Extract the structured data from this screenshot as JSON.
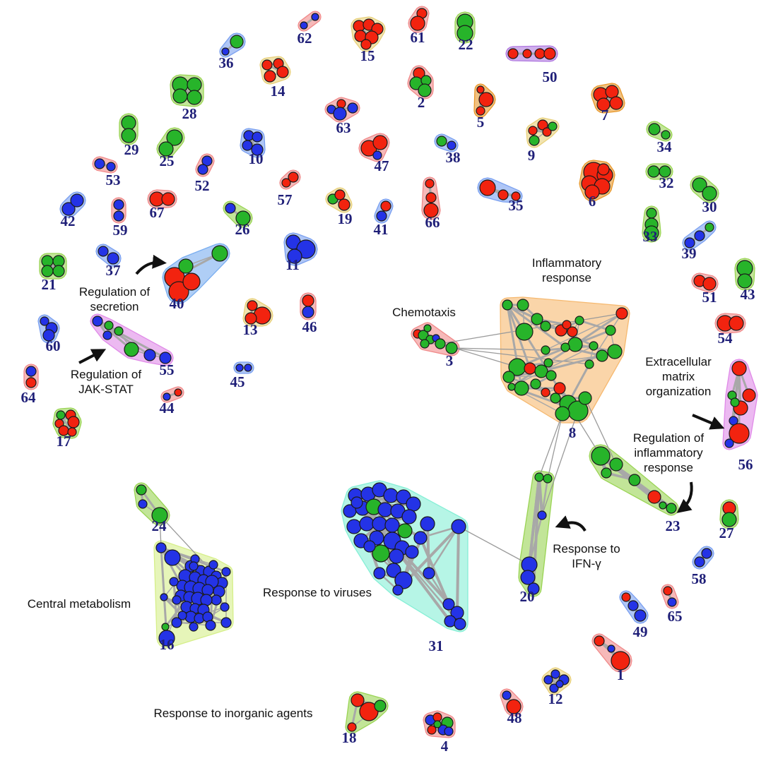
{
  "colors": {
    "red": "#f2230f",
    "green": "#27b42a",
    "blue": "#2433e6"
  },
  "clusters": [
    {
      "id": "1",
      "members": [
        "red",
        "blue",
        "red"
      ]
    },
    {
      "id": "2",
      "members": [
        "red",
        "green",
        "green",
        "green"
      ]
    },
    {
      "id": "3",
      "members": [
        "red",
        "green",
        "green",
        "green",
        "blue",
        "green",
        "green",
        "green"
      ]
    },
    {
      "id": "4",
      "members": [
        "blue",
        "red",
        "green",
        "red",
        "blue",
        "green",
        "blue"
      ]
    },
    {
      "id": "5",
      "members": [
        "red",
        "red",
        "red"
      ]
    },
    {
      "id": "6",
      "members": [
        "red",
        "red",
        "red",
        "red",
        "red",
        "red"
      ]
    },
    {
      "id": "7",
      "members": [
        "red",
        "red",
        "red",
        "red"
      ]
    },
    {
      "id": "8",
      "members": [
        "green",
        "green",
        "green",
        "green",
        "green",
        "red",
        "red",
        "red",
        "green",
        "green",
        "green",
        "green",
        "green",
        "green",
        "green",
        "red",
        "green",
        "green",
        "green",
        "green",
        "green",
        "green",
        "red",
        "red",
        "green",
        "green",
        "green",
        "green",
        "green",
        "green",
        "green",
        "green",
        "red",
        "green"
      ]
    },
    {
      "id": "9",
      "members": [
        "red",
        "red",
        "red",
        "green",
        "green"
      ]
    },
    {
      "id": "10",
      "members": [
        "blue",
        "blue",
        "blue",
        "blue"
      ]
    },
    {
      "id": "11",
      "members": [
        "blue",
        "blue",
        "blue"
      ]
    },
    {
      "id": "12",
      "members": [
        "blue",
        "blue",
        "blue",
        "blue",
        "blue"
      ]
    },
    {
      "id": "13",
      "members": [
        "red",
        "red",
        "red"
      ]
    },
    {
      "id": "14",
      "members": [
        "red",
        "red",
        "red",
        "red"
      ]
    },
    {
      "id": "15",
      "members": [
        "red",
        "red",
        "red",
        "red",
        "red",
        "red"
      ]
    },
    {
      "id": "16",
      "members": [
        "blue",
        "blue",
        "blue",
        "blue",
        "blue",
        "blue",
        "blue",
        "blue",
        "blue",
        "blue",
        "blue",
        "blue",
        "blue",
        "blue",
        "blue",
        "blue",
        "blue",
        "blue",
        "blue",
        "blue",
        "blue",
        "blue",
        "blue",
        "blue",
        "blue",
        "blue",
        "blue",
        "blue",
        "blue",
        "blue",
        "blue",
        "blue",
        "blue",
        "blue",
        "blue",
        "blue",
        "blue",
        "blue",
        "blue",
        "green",
        "blue",
        "blue"
      ]
    },
    {
      "id": "17",
      "members": [
        "green",
        "red",
        "red",
        "red",
        "red",
        "red"
      ]
    },
    {
      "id": "18",
      "members": [
        "red",
        "red",
        "green",
        "red"
      ]
    },
    {
      "id": "19",
      "members": [
        "green",
        "red",
        "red"
      ]
    },
    {
      "id": "20",
      "members": [
        "green",
        "green",
        "blue",
        "blue",
        "blue",
        "blue"
      ]
    },
    {
      "id": "21",
      "members": [
        "green",
        "green",
        "green",
        "green"
      ]
    },
    {
      "id": "22",
      "members": [
        "green",
        "green"
      ]
    },
    {
      "id": "23",
      "members": [
        "green",
        "green",
        "green",
        "green",
        "red",
        "green",
        "green"
      ]
    },
    {
      "id": "24",
      "members": [
        "green",
        "blue",
        "green"
      ]
    },
    {
      "id": "25",
      "members": [
        "green",
        "green"
      ]
    },
    {
      "id": "26",
      "members": [
        "blue",
        "green"
      ]
    },
    {
      "id": "27",
      "members": [
        "red",
        "green"
      ]
    },
    {
      "id": "28",
      "members": [
        "green",
        "green",
        "green",
        "green"
      ]
    },
    {
      "id": "29",
      "members": [
        "green",
        "green"
      ]
    },
    {
      "id": "30",
      "members": [
        "green",
        "green"
      ]
    },
    {
      "id": "31",
      "members": [
        "blue",
        "blue",
        "blue",
        "blue",
        "blue",
        "blue",
        "blue",
        "blue",
        "green",
        "blue",
        "blue",
        "blue",
        "blue",
        "blue",
        "blue",
        "blue",
        "green",
        "blue",
        "blue",
        "blue",
        "blue",
        "green",
        "blue",
        "blue",
        "blue",
        "blue",
        "blue",
        "blue",
        "blue",
        "blue",
        "blue",
        "blue",
        "blue",
        "blue",
        "blue",
        "blue",
        "blue",
        "blue"
      ]
    },
    {
      "id": "32",
      "members": [
        "green",
        "green"
      ]
    },
    {
      "id": "33",
      "members": [
        "green",
        "green",
        "green"
      ]
    },
    {
      "id": "34",
      "members": [
        "green",
        "green"
      ]
    },
    {
      "id": "35",
      "members": [
        "red",
        "red",
        "red"
      ]
    },
    {
      "id": "36",
      "members": [
        "blue",
        "green"
      ]
    },
    {
      "id": "37",
      "members": [
        "blue",
        "blue"
      ]
    },
    {
      "id": "38",
      "members": [
        "green",
        "blue"
      ]
    },
    {
      "id": "39",
      "members": [
        "blue",
        "blue",
        "green"
      ]
    },
    {
      "id": "40",
      "members": [
        "red",
        "red",
        "red",
        "green",
        "green"
      ]
    },
    {
      "id": "41",
      "members": [
        "red",
        "blue"
      ]
    },
    {
      "id": "42",
      "members": [
        "blue",
        "blue"
      ]
    },
    {
      "id": "43",
      "members": [
        "green",
        "green"
      ]
    },
    {
      "id": "44",
      "members": [
        "blue",
        "red"
      ]
    },
    {
      "id": "45",
      "members": [
        "blue",
        "blue"
      ]
    },
    {
      "id": "46",
      "members": [
        "red",
        "blue"
      ]
    },
    {
      "id": "47",
      "members": [
        "red",
        "red",
        "blue"
      ]
    },
    {
      "id": "48",
      "members": [
        "blue",
        "red"
      ]
    },
    {
      "id": "49",
      "members": [
        "red",
        "blue",
        "blue"
      ]
    },
    {
      "id": "50",
      "members": [
        "red",
        "red",
        "red",
        "red"
      ]
    },
    {
      "id": "51",
      "members": [
        "red",
        "red"
      ]
    },
    {
      "id": "52",
      "members": [
        "blue",
        "blue"
      ]
    },
    {
      "id": "53",
      "members": [
        "blue",
        "blue"
      ]
    },
    {
      "id": "54",
      "members": [
        "red",
        "red"
      ]
    },
    {
      "id": "55",
      "members": [
        "blue",
        "green",
        "blue",
        "green",
        "green",
        "blue",
        "blue"
      ]
    },
    {
      "id": "56",
      "members": [
        "red",
        "red",
        "red",
        "green",
        "green",
        "blue",
        "red",
        "blue"
      ]
    },
    {
      "id": "57",
      "members": [
        "red",
        "red"
      ]
    },
    {
      "id": "58",
      "members": [
        "blue",
        "blue"
      ]
    },
    {
      "id": "59",
      "members": [
        "blue",
        "blue"
      ]
    },
    {
      "id": "60",
      "members": [
        "blue",
        "blue",
        "blue"
      ]
    },
    {
      "id": "61",
      "members": [
        "red",
        "red"
      ]
    },
    {
      "id": "62",
      "members": [
        "blue",
        "blue"
      ]
    },
    {
      "id": "63",
      "members": [
        "blue",
        "red",
        "blue",
        "blue"
      ]
    },
    {
      "id": "64",
      "members": [
        "blue",
        "red"
      ]
    },
    {
      "id": "65",
      "members": [
        "red",
        "blue"
      ]
    },
    {
      "id": "66",
      "members": [
        "red",
        "red",
        "red"
      ]
    },
    {
      "id": "67",
      "members": [
        "red",
        "red"
      ]
    }
  ],
  "annotations": [
    {
      "key": "inflammatory",
      "lines": [
        "Inflammatory",
        "response"
      ]
    },
    {
      "key": "chemotaxis",
      "lines": [
        "Chemotaxis"
      ]
    },
    {
      "key": "ecm",
      "lines": [
        "Extracellular",
        "matrix",
        "organization"
      ]
    },
    {
      "key": "reg-inflam",
      "lines": [
        "Regulation of",
        "inflammatory",
        "response"
      ]
    },
    {
      "key": "ifn",
      "lines": [
        "Response to",
        "IFN-γ"
      ]
    },
    {
      "key": "viruses",
      "lines": [
        "Response to viruses"
      ]
    },
    {
      "key": "metabolism",
      "lines": [
        "Central metabolism"
      ]
    },
    {
      "key": "inorganic",
      "lines": [
        "Response to inorganic agents"
      ]
    },
    {
      "key": "secretion",
      "lines": [
        "Regulation of",
        "secretion"
      ]
    },
    {
      "key": "jak-stat",
      "lines": [
        "Regulation of",
        "JAK-STAT"
      ]
    }
  ]
}
